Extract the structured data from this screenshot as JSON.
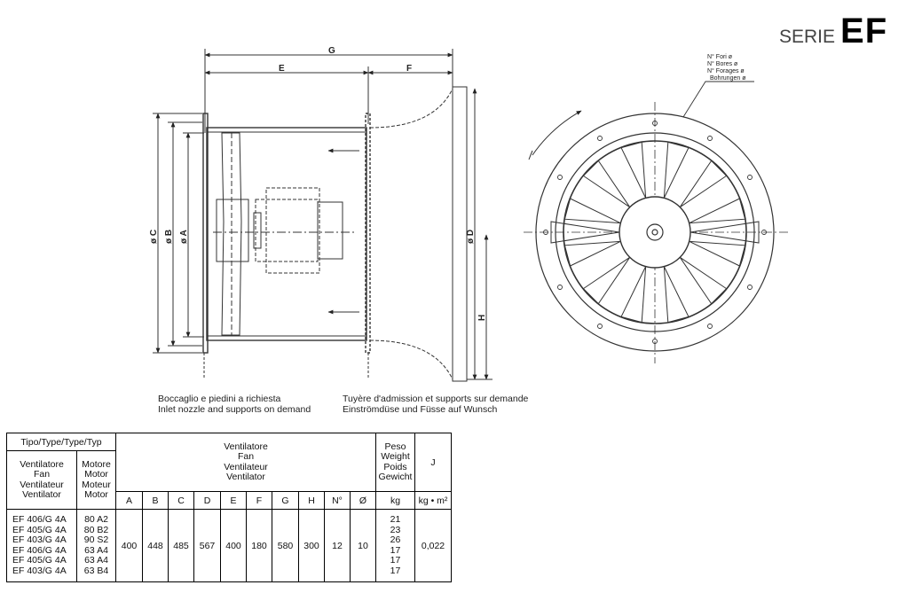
{
  "header": {
    "serie_label": "SERIE",
    "serie_code": "EF"
  },
  "drawing": {
    "dimension_labels": {
      "G": "G",
      "E": "E",
      "F": "F",
      "C": "ø C",
      "B": "ø B",
      "A": "ø A",
      "D": "ø D",
      "H": "H"
    },
    "hole_note": [
      "N° Fori ø",
      "N° Bores ø",
      "N° Forages ø",
      "Bohrungen ø"
    ],
    "note_left": [
      "Boccaglio e piedini a richiesta",
      "Inlet nozzle and supports on demand"
    ],
    "note_right": [
      "Tuyère d'admission et supports sur demande",
      "Einströmdüse und Füsse auf Wunsch"
    ]
  },
  "table": {
    "type_header": "Tipo/Type/Type/Typ",
    "fan_header": [
      "Ventilatore",
      "Fan",
      "Ventilateur",
      "Ventilator"
    ],
    "motor_header": [
      "Motore",
      "Motor",
      "Moteur",
      "Motor"
    ],
    "ventilator_header": [
      "Ventilatore",
      "Fan",
      "Ventilateur",
      "Ventilator"
    ],
    "weight_header": [
      "Peso",
      "Weight",
      "Poids",
      "Gewicht"
    ],
    "inertia_header": "J",
    "columns": [
      "A",
      "B",
      "C",
      "D",
      "E",
      "F",
      "G",
      "H",
      "N°",
      "Ø"
    ],
    "weight_unit": "kg",
    "inertia_unit": "kg • m²",
    "fans": [
      "EF 406/G 4A",
      "EF 405/G 4A",
      "EF 403/G 4A",
      "EF 406/G 4A",
      "EF 405/G 4A",
      "EF 403/G 4A"
    ],
    "motors": [
      "80 A2",
      "80 B2",
      "90 S2",
      "63 A4",
      "63 A4",
      "63 B4"
    ],
    "values": [
      "400",
      "448",
      "485",
      "567",
      "400",
      "180",
      "580",
      "300",
      "12",
      "10"
    ],
    "weights": [
      "21",
      "23",
      "26",
      "17",
      "17",
      "17"
    ],
    "inertia": "0,022"
  }
}
